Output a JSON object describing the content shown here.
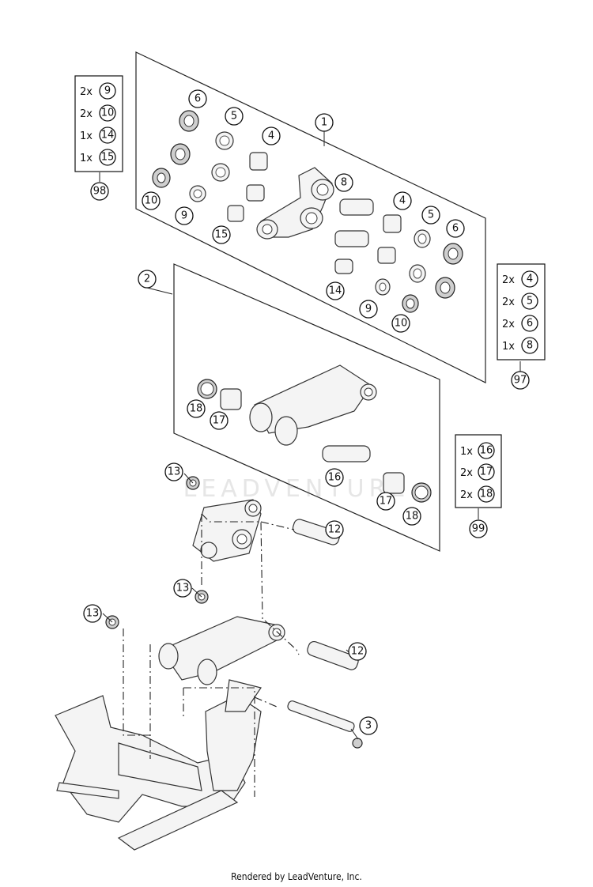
{
  "watermark": "LEADVENTURE",
  "footer": "Rendered by LeadVenture, Inc.",
  "callouts": {
    "c1": "1",
    "c2": "2",
    "c3": "3",
    "c4a": "4",
    "c4b": "4",
    "c5a": "5",
    "c5b": "5",
    "c6a": "6",
    "c6b": "6",
    "c8": "8",
    "c9a": "9",
    "c9b": "9",
    "c10a": "10",
    "c10b": "10",
    "c12a": "12",
    "c12b": "12",
    "c13a": "13",
    "c13b": "13",
    "c13c": "13",
    "c14": "14",
    "c15": "15",
    "c16": "16",
    "c17a": "17",
    "c17b": "17",
    "c18a": "18",
    "c18b": "18"
  },
  "kits": {
    "k98": {
      "number": "98",
      "items": [
        {
          "qty": "2x",
          "part": "9"
        },
        {
          "qty": "2x",
          "part": "10"
        },
        {
          "qty": "1x",
          "part": "14"
        },
        {
          "qty": "1x",
          "part": "15"
        }
      ]
    },
    "k97": {
      "number": "97",
      "items": [
        {
          "qty": "2x",
          "part": "4"
        },
        {
          "qty": "2x",
          "part": "5"
        },
        {
          "qty": "2x",
          "part": "6"
        },
        {
          "qty": "1x",
          "part": "8"
        }
      ]
    },
    "k99": {
      "number": "99",
      "items": [
        {
          "qty": "1x",
          "part": "16"
        },
        {
          "qty": "2x",
          "part": "17"
        },
        {
          "qty": "2x",
          "part": "18"
        }
      ]
    }
  }
}
